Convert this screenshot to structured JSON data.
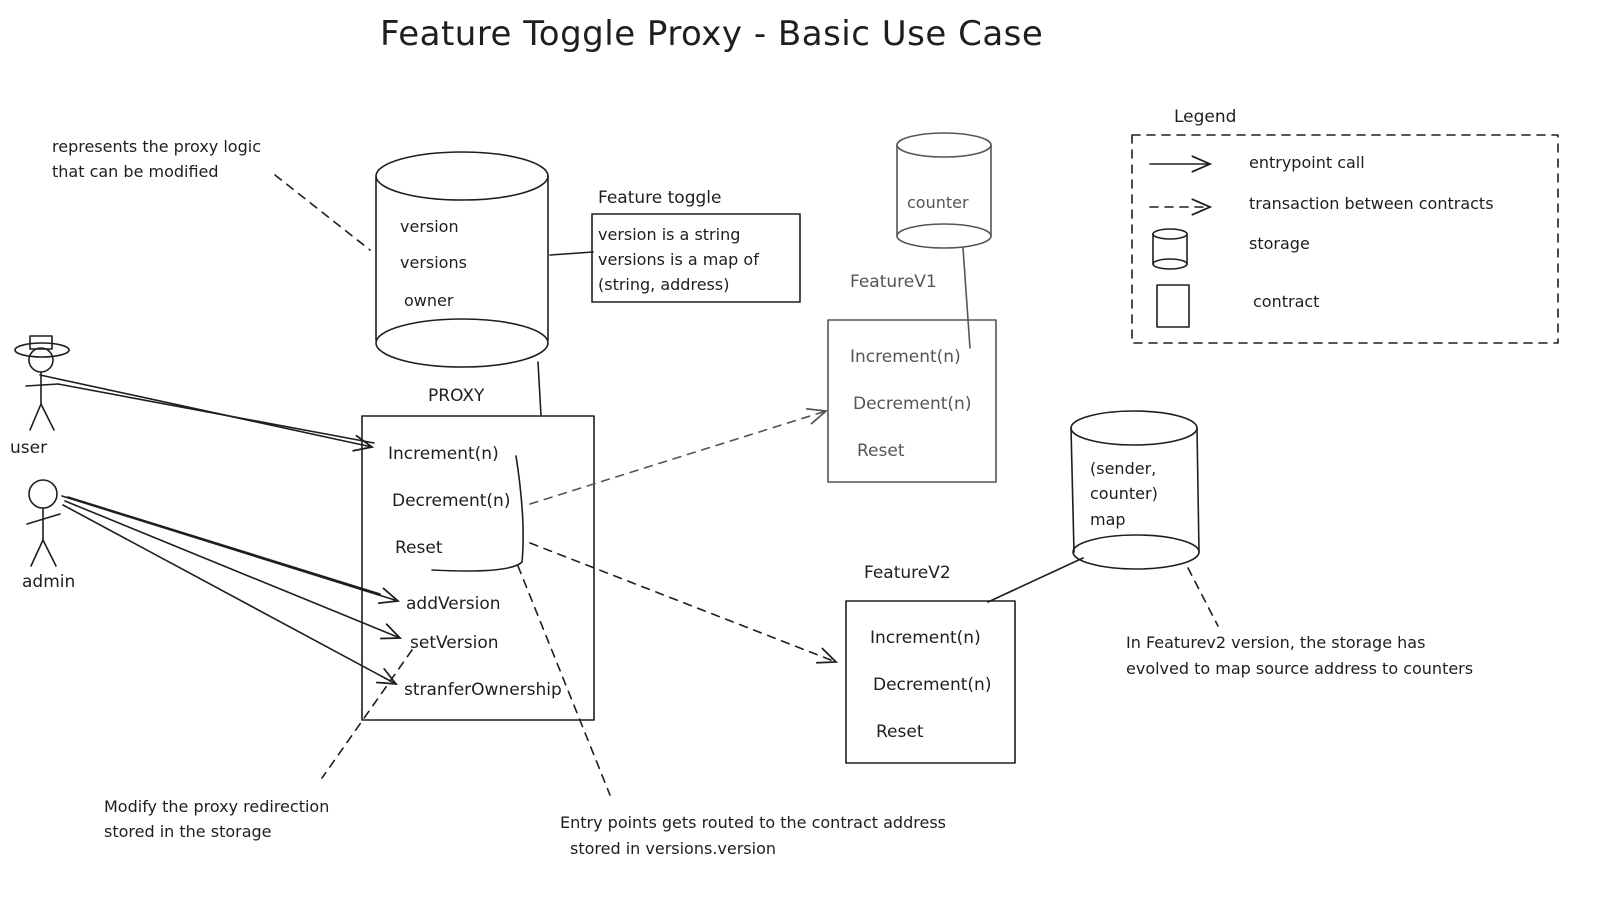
{
  "title": "Feature Toggle Proxy - Basic Use Case",
  "actors": {
    "user": "user",
    "admin": "admin"
  },
  "proxy": {
    "label": "PROXY",
    "storage_fields": [
      "version",
      "versions",
      "owner"
    ],
    "entrypoints": [
      "Increment(n)",
      "Decrement(n)",
      "Reset",
      "addVersion",
      "setVersion",
      "stranferOwnership"
    ]
  },
  "feature_toggle": {
    "title": "Feature toggle",
    "lines": [
      "version is a string",
      "versions is a map of",
      "(string, address)"
    ]
  },
  "feature_v1": {
    "label": "FeatureV1",
    "storage": "counter",
    "entrypoints": [
      "Increment(n)",
      "Decrement(n)",
      "Reset"
    ]
  },
  "feature_v2": {
    "label": "FeatureV2",
    "storage_lines": [
      "(sender,",
      "counter)",
      "map"
    ],
    "entrypoints": [
      "Increment(n)",
      "Decrement(n)",
      "Reset"
    ]
  },
  "notes": {
    "proxy_logic": [
      "represents the proxy logic",
      "that can be modified"
    ],
    "redirection": [
      "Modify the proxy redirection",
      "stored in the storage"
    ],
    "routing": [
      "Entry points gets routed to the contract address",
      "stored in versions.version"
    ],
    "v2_storage": [
      "In  Featurev2 version, the storage has",
      "evolved to map source address to counters"
    ]
  },
  "legend": {
    "title": "Legend",
    "items": [
      "entrypoint call",
      "transaction between contracts",
      "storage",
      "contract"
    ]
  }
}
